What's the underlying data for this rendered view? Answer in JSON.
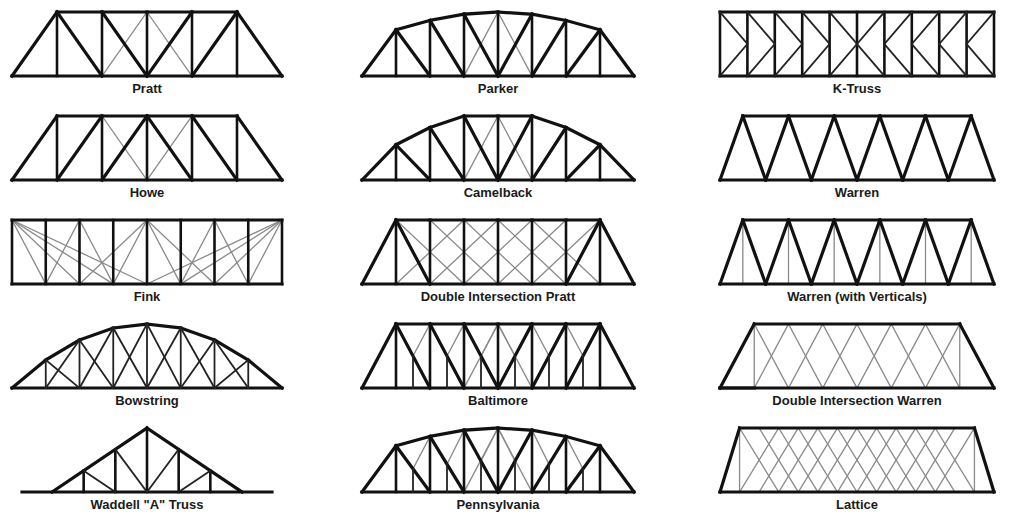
{
  "diagram": {
    "labels": [
      "Pratt",
      "Parker",
      "K-Truss",
      "Howe",
      "Camelback",
      "Warren",
      "Fink",
      "Double Intersection Pratt",
      "Warren (with Verticals)",
      "Bowstring",
      "Baltimore",
      "Double Intersection Warren",
      "Waddell \"A\" Truss",
      "Pennsylvania",
      "Lattice"
    ]
  }
}
